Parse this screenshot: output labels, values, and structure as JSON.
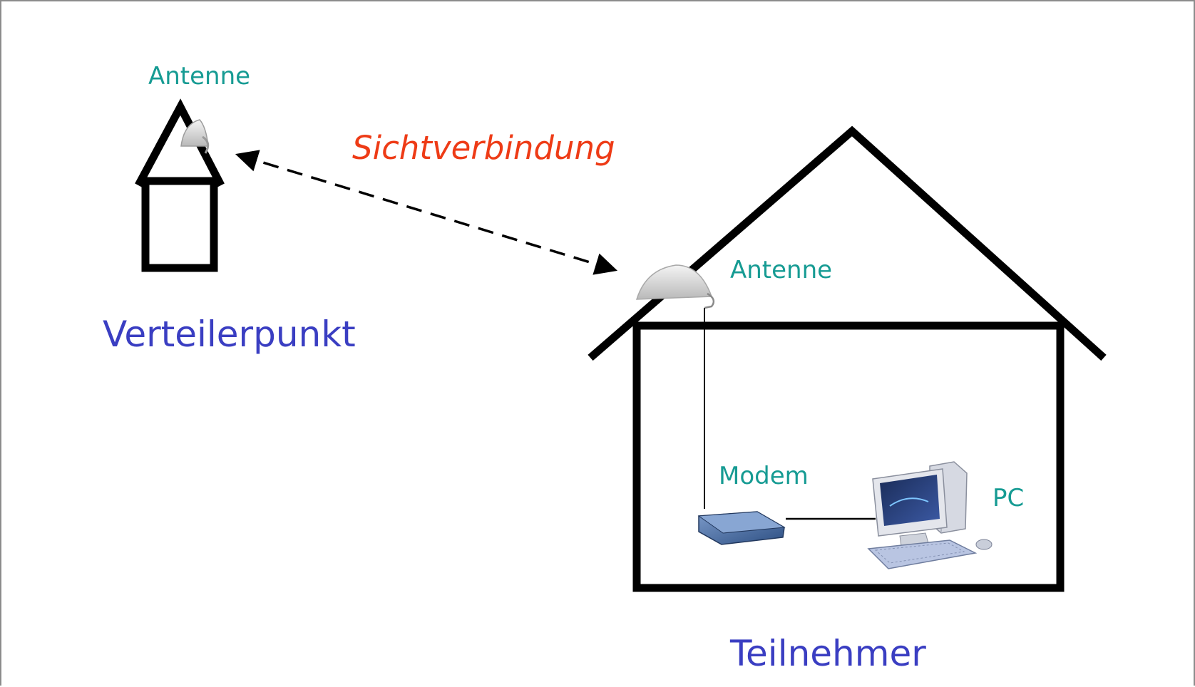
{
  "diagram": {
    "labels": {
      "antenna_left": "Antenne",
      "line_of_sight": "Sichtverbindung",
      "distribution_point": "Verteilerpunkt",
      "antenna_right": "Antenne",
      "modem": "Modem",
      "pc": "PC",
      "subscriber": "Teilnehmer"
    },
    "colors": {
      "label_small": "#169b93",
      "label_large": "#3a3ec2",
      "label_emphasis": "#ee3b16",
      "outline": "#000000",
      "frame": "#8c8c8c"
    },
    "icons": [
      "antenna-icon",
      "antenna-icon",
      "modem-icon",
      "pc-icon"
    ]
  }
}
